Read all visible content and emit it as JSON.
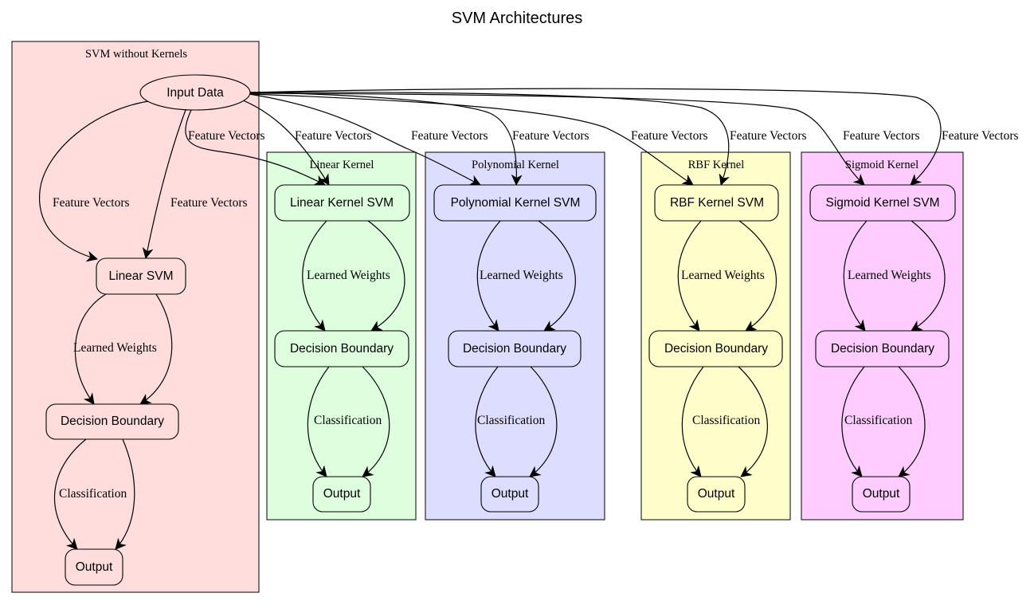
{
  "title": "SVM Architectures",
  "clusters": {
    "no_kernel": {
      "label": "SVM without Kernels",
      "color": "#ffdddd",
      "nodes": {
        "input": "Input Data",
        "svm": "Linear SVM",
        "boundary": "Decision Boundary",
        "output": "Output"
      }
    },
    "linear": {
      "label": "Linear Kernel",
      "color": "#ddffdd",
      "nodes": {
        "svm": "Linear Kernel SVM",
        "boundary": "Decision Boundary",
        "output": "Output"
      }
    },
    "polynomial": {
      "label": "Polynomial Kernel",
      "color": "#ddddff",
      "nodes": {
        "svm": "Polynomial Kernel SVM",
        "boundary": "Decision Boundary",
        "output": "Output"
      }
    },
    "rbf": {
      "label": "RBF Kernel",
      "color": "#ffffcc",
      "nodes": {
        "svm": "RBF Kernel SVM",
        "boundary": "Decision Boundary",
        "output": "Output"
      }
    },
    "sigmoid": {
      "label": "Sigmoid Kernel",
      "color": "#ffccff",
      "nodes": {
        "svm": "Sigmoid Kernel SVM",
        "boundary": "Decision Boundary",
        "output": "Output"
      }
    }
  },
  "edge_labels": {
    "feature_vectors": "Feature Vectors",
    "learned_weights": "Learned Weights",
    "classification": "Classification"
  }
}
